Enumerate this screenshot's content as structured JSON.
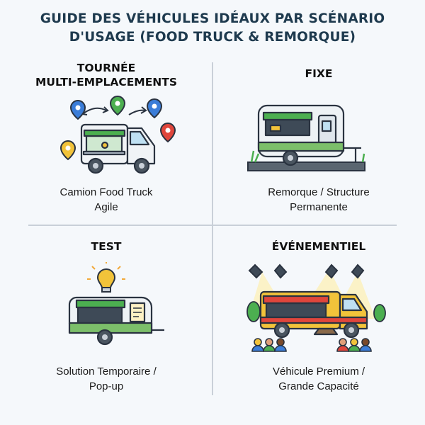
{
  "title": {
    "line1": "GUIDE DES VÉHICULES IDÉAUX PAR SCÉNARIO",
    "line2": "D'USAGE (FOOD TRUCK & REMORQUE)"
  },
  "quadrants": [
    {
      "heading_line1": "TOURNÉE",
      "heading_line2": "MULTI-EMPLACEMENTS",
      "caption_line1": "Camion Food Truck",
      "caption_line2": "Agile",
      "icon": "food-truck-with-map-pins"
    },
    {
      "heading_line1": "FIXE",
      "caption_line1": "Remorque / Structure",
      "caption_line2": "Permanente",
      "icon": "parked-trailer"
    },
    {
      "heading_line1": "TEST",
      "caption_line1": "Solution Temporaire /",
      "caption_line2": "Pop-up",
      "icon": "small-trailer-with-lightbulb"
    },
    {
      "heading_line1": "ÉVÉNEMENTIEL",
      "caption_line1": "Véhicule Premium /",
      "caption_line2": "Grande Capacité",
      "icon": "premium-truck-with-spotlights-and-crowd"
    }
  ],
  "colors": {
    "background": "#f5f8fb",
    "title": "#1e3a4e",
    "awning_green": "#4caf50",
    "truck_body": "#f0f3f6",
    "trailer_green": "#7cbf6a",
    "event_truck": "#f2c33a",
    "event_accent": "#e0463c",
    "pin_blue": "#3b7dd8",
    "pin_green": "#4caf50",
    "pin_red": "#e0463c",
    "pin_yellow": "#f2c33a"
  }
}
